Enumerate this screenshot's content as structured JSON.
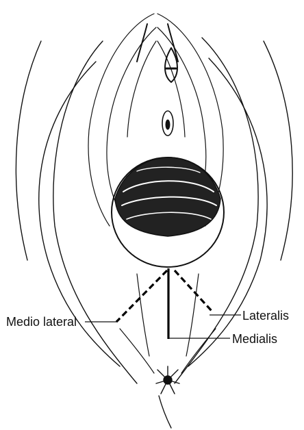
{
  "labels": {
    "medio_lateral": "Medio lateral",
    "lateralis": "Lateralis",
    "medialis": "Medialis"
  },
  "colors": {
    "ink": "#111111",
    "background": "#ffffff"
  }
}
